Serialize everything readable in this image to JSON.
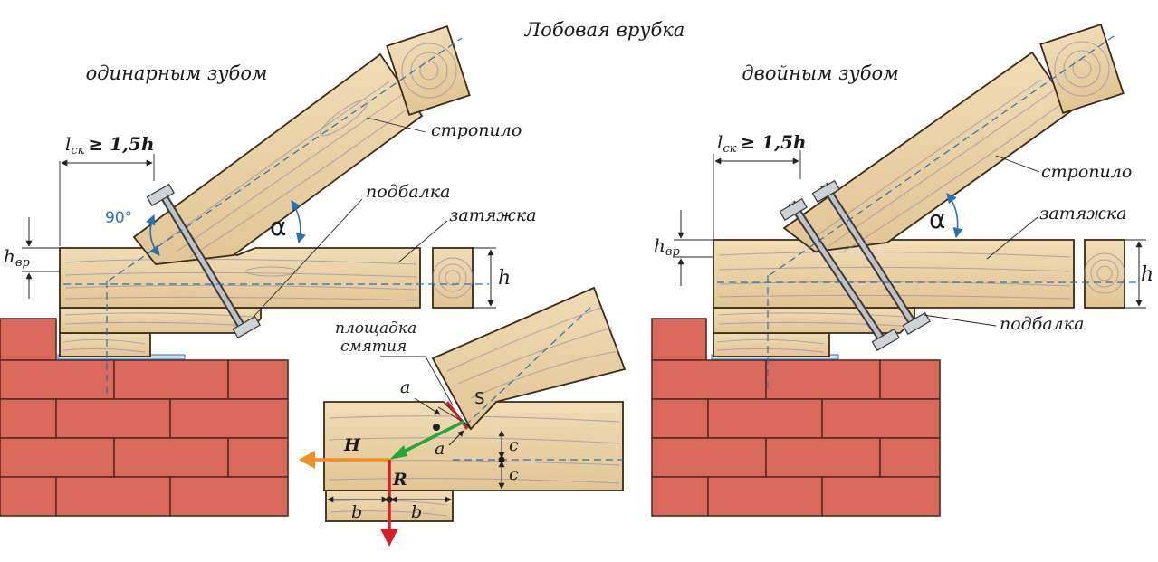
{
  "title": "Лобовая врубка",
  "left": {
    "heading": "одинарным зубом",
    "labels": {
      "rafter": "стропило",
      "sub_beam": "подбалка",
      "tie_beam": "затяжка",
      "l_ck": "l",
      "l_ck_sub": "ск",
      "l_ck_rel": "≥ 1,5h",
      "h_vr": "h",
      "h_vr_sub": "вр",
      "h": "h",
      "angle_90": "90°",
      "alpha": "α"
    }
  },
  "detail": {
    "crush_area_line1": "площадка",
    "crush_area_line2": "смятия",
    "a_top": "a",
    "a_bottom": "a",
    "S": "S",
    "H": "H",
    "R": "R",
    "c_top": "c",
    "c_bottom": "c",
    "b_left": "b",
    "b_right": "b"
  },
  "right": {
    "heading": "двойным зубом",
    "labels": {
      "rafter": "стропило",
      "tie_beam": "затяжка",
      "sub_beam": "подбалка",
      "l_ck": "l",
      "l_ck_sub": "ск",
      "l_ck_rel": "≥ 1,5h",
      "h_vr": "h",
      "h_vr_sub": "вр",
      "h": "h",
      "alpha": "α"
    }
  },
  "colors": {
    "wood": "#e8cfa2",
    "brick": "#d9695a",
    "axis": "#2a6fb0",
    "force_H": "#f0901e",
    "force_R": "#d4202a",
    "force_S": "#22a83a",
    "crush": "#d4202a"
  }
}
